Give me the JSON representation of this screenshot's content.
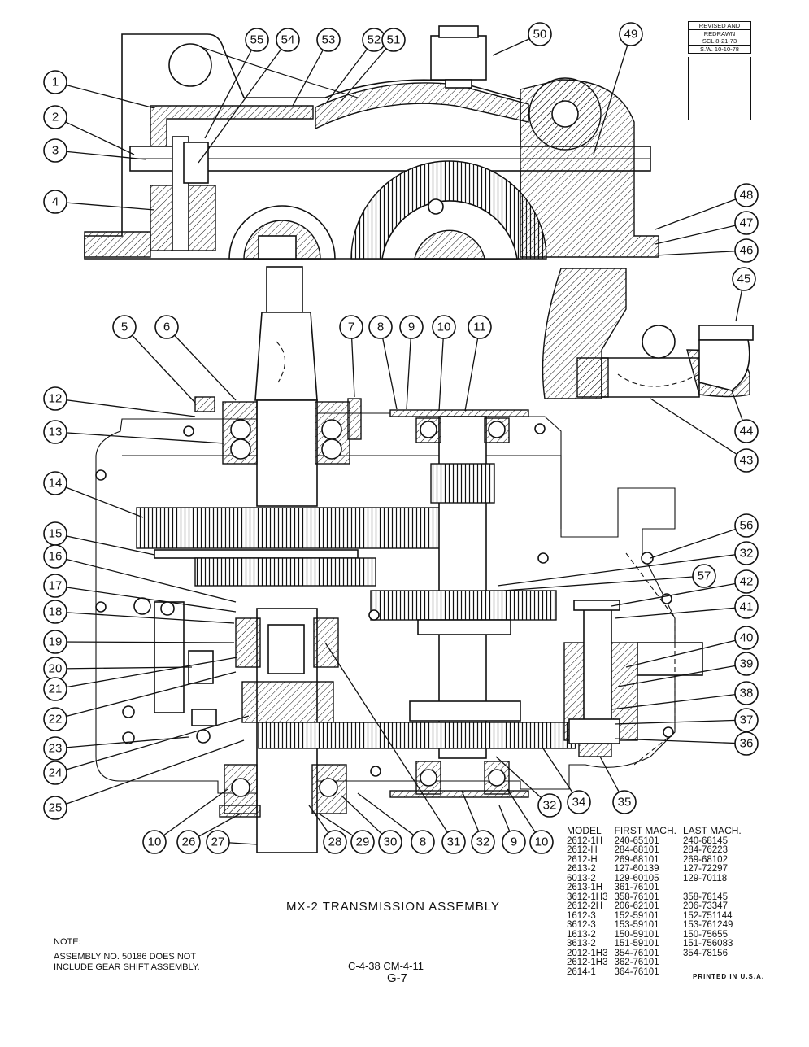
{
  "revision": {
    "line1": "REVISED AND",
    "line2": "REDRAWN",
    "line3": "SCL 8-21-73",
    "line4": "S.W. 10-10-78"
  },
  "title": "MX-2 TRANSMISSION ASSEMBLY",
  "note": {
    "label": "NOTE:",
    "text": "ASSEMBLY NO. 50186 DOES NOT\nINCLUDE GEAR SHIFT ASSEMBLY."
  },
  "drawing_code": "C-4-38 CM-4-11",
  "sheet": "G-7",
  "printed": "PRINTED IN U.S.A.",
  "model_table": {
    "headers": [
      "MODEL",
      "FIRST MACH.",
      "LAST MACH."
    ],
    "rows": [
      [
        "2612-1H",
        "240-65101",
        "240-68145"
      ],
      [
        "2612-H",
        "284-68101",
        "284-76223"
      ],
      [
        "2612-H",
        "269-68101",
        "269-68102"
      ],
      [
        "2613-2",
        "127-60139",
        "127-72297"
      ],
      [
        "6013-2",
        "129-60105",
        "129-70118"
      ],
      [
        "2613-1H",
        "361-76101",
        ""
      ],
      [
        "3612-1H3",
        "358-76101",
        "358-78145"
      ],
      [
        "2612-2H",
        "206-62101",
        "206-73347"
      ],
      [
        "1612-3",
        "152-59101",
        "152-751144"
      ],
      [
        "3612-3",
        "153-59101",
        "153-761249"
      ],
      [
        "1613-2",
        "150-59101",
        "150-75655"
      ],
      [
        "3613-2",
        "151-59101",
        "151-756083"
      ],
      [
        "2012-1H3",
        "354-76101",
        "354-78156"
      ],
      [
        "2612-1H3",
        "362-76101",
        ""
      ],
      [
        "2614-1",
        "364-76101",
        ""
      ]
    ]
  },
  "callouts": [
    {
      "n": "1"
    },
    {
      "n": "2"
    },
    {
      "n": "3"
    },
    {
      "n": "4"
    },
    {
      "n": "5"
    },
    {
      "n": "6"
    },
    {
      "n": "7"
    },
    {
      "n": "8"
    },
    {
      "n": "9"
    },
    {
      "n": "10"
    },
    {
      "n": "11"
    },
    {
      "n": "12"
    },
    {
      "n": "13"
    },
    {
      "n": "14"
    },
    {
      "n": "15"
    },
    {
      "n": "16"
    },
    {
      "n": "17"
    },
    {
      "n": "18"
    },
    {
      "n": "19"
    },
    {
      "n": "20"
    },
    {
      "n": "21"
    },
    {
      "n": "22"
    },
    {
      "n": "23"
    },
    {
      "n": "24"
    },
    {
      "n": "25"
    },
    {
      "n": "10"
    },
    {
      "n": "26"
    },
    {
      "n": "27"
    },
    {
      "n": "28"
    },
    {
      "n": "29"
    },
    {
      "n": "30"
    },
    {
      "n": "8"
    },
    {
      "n": "31"
    },
    {
      "n": "32"
    },
    {
      "n": "9"
    },
    {
      "n": "10"
    },
    {
      "n": "32"
    },
    {
      "n": "34"
    },
    {
      "n": "35"
    },
    {
      "n": "36"
    },
    {
      "n": "37"
    },
    {
      "n": "38"
    },
    {
      "n": "39"
    },
    {
      "n": "40"
    },
    {
      "n": "41"
    },
    {
      "n": "42"
    },
    {
      "n": "57"
    },
    {
      "n": "32"
    },
    {
      "n": "56"
    },
    {
      "n": "43"
    },
    {
      "n": "44"
    },
    {
      "n": "45"
    },
    {
      "n": "46"
    },
    {
      "n": "47"
    },
    {
      "n": "48"
    },
    {
      "n": "49"
    },
    {
      "n": "50"
    },
    {
      "n": "52"
    },
    {
      "n": "51"
    },
    {
      "n": "53"
    },
    {
      "n": "54"
    },
    {
      "n": "55"
    }
  ]
}
